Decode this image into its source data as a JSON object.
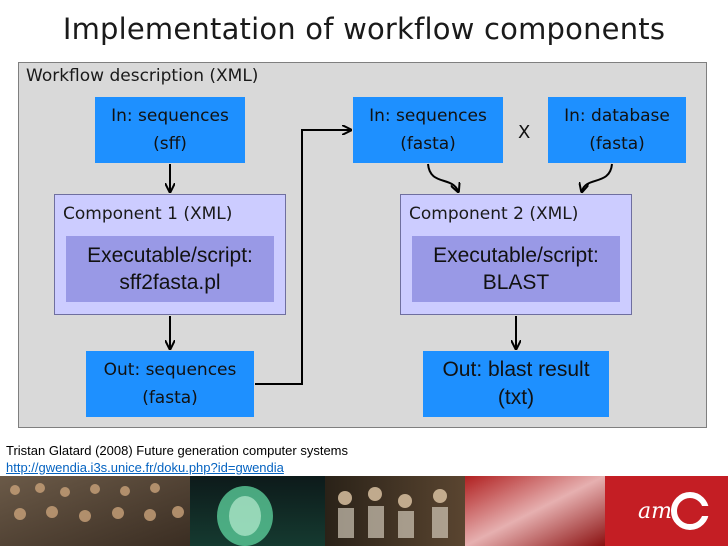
{
  "title": "Implementation of workflow components",
  "panel": {
    "label": "Workflow description (XML)"
  },
  "inputs": {
    "seq_sff": {
      "line1": "In: sequences",
      "line2": "(sff)"
    },
    "seq_fasta": {
      "line1": "In: sequences",
      "line2": "(fasta)"
    },
    "db_fasta": {
      "line1": "In: database",
      "line2": "(fasta)"
    },
    "cross_symbol": "X"
  },
  "component1": {
    "label": "Component 1 (XML)",
    "exec_line1": "Executable/script:",
    "exec_line2": "sff2fasta.pl"
  },
  "component2": {
    "label": "Component 2 (XML)",
    "exec_line1": "Executable/script:",
    "exec_line2": "BLAST"
  },
  "outputs": {
    "seq_fasta": {
      "line1": "Out: sequences",
      "line2": "(fasta)"
    },
    "blast": {
      "line1": "Out: blast result",
      "line2": "(txt)"
    }
  },
  "citation": "Tristan Glatard (2008) Future generation computer systems",
  "link": "http://gwendia.i3s.unice.fr/doku.php?id=gwendia",
  "logo_text": "am",
  "colors": {
    "blue_box": "#1e90ff",
    "component_bg": "#ccccff",
    "exec_bg": "#9999e6",
    "panel_bg": "#d9d9d9",
    "link": "#0563c1"
  }
}
